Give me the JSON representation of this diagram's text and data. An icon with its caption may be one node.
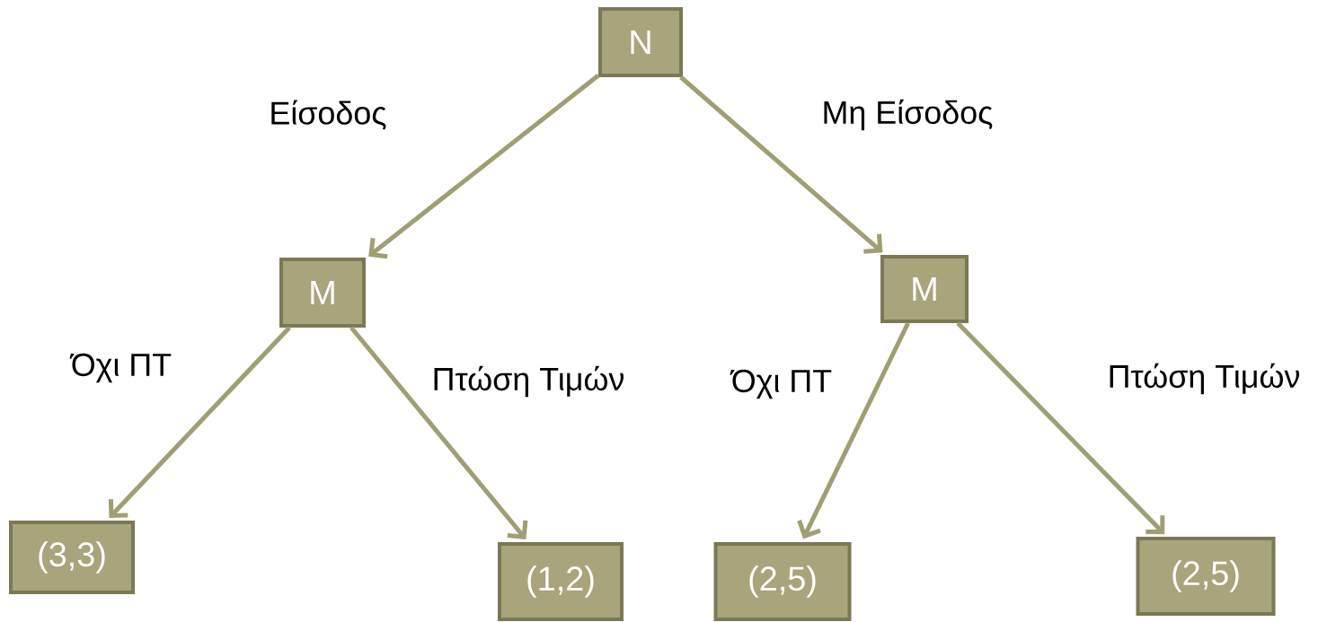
{
  "diagram": {
    "nodes": [
      {
        "text": [
          "N"
        ]
      },
      {
        "text": [
          "M"
        ]
      },
      {
        "text": [
          "M"
        ]
      },
      {
        "text": [
          "(3,3)"
        ]
      },
      {
        "text": [
          "(1,2)"
        ]
      },
      {
        "text": [
          "(2,5)"
        ]
      },
      {
        "text": [
          "(2,5)"
        ]
      }
    ],
    "edges": [
      {
        "from": 0,
        "to": 1,
        "arrow": "to",
        "label": "Είσοδος"
      },
      {
        "from": 0,
        "to": 2,
        "arrow": "to",
        "label": "Μη Είσοδος"
      },
      {
        "from": 1,
        "to": 3,
        "arrow": "to",
        "label": "Όχι ΠΤ"
      },
      {
        "from": 1,
        "to": 4,
        "arrow": "to",
        "label": "Πτώση Τιμών"
      },
      {
        "from": 2,
        "to": 5,
        "arrow": "to",
        "label": "Όχι ΠΤ"
      },
      {
        "from": 2,
        "to": 6,
        "arrow": "to",
        "label": "Πτώση Τιμών"
      }
    ]
  }
}
